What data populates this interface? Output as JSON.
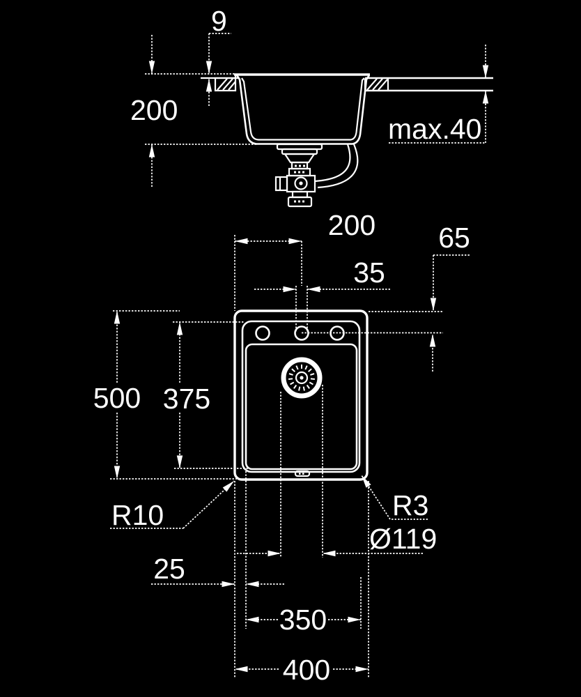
{
  "document": {
    "type": "technical-dimension-drawing",
    "subject": "kitchen sink installation drawing (cross-section and plan view)",
    "colors": {
      "background": "#000000",
      "line": "#ffffff",
      "text": "#ffffff"
    }
  },
  "side_view": {
    "dims": {
      "rim_height": "9",
      "bowl_depth": "200",
      "max_counter_thickness": "max.40"
    },
    "icons": [
      "sink-cross-section",
      "drain-trap-assembly",
      "overflow-pipe",
      "counter-hatching"
    ]
  },
  "plan_view": {
    "dims": {
      "tap_center_from_left": "200",
      "tap_hole_center_offset": "65",
      "tap_hole_diameter": "35",
      "overall_length": "500",
      "bowl_length": "375",
      "corner_radius_outer": "R10",
      "corner_radius_inner": "R3",
      "drain_diameter": "Ø119",
      "bowl_edge_offset": "25",
      "bowl_width": "350",
      "overall_width": "400"
    },
    "icons": [
      "sink-top-view",
      "drain-strainer",
      "tap-holes",
      "overflow-slot"
    ]
  }
}
